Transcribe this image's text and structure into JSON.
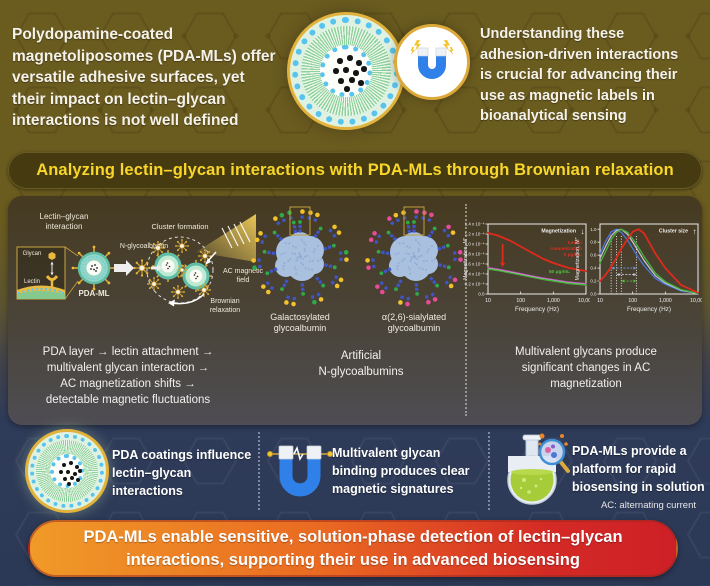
{
  "top": {
    "left_text": "Polydopamine-coated\nmagnetoliposomes (PDA-MLs) offer\nversatile adhesive surfaces, yet\ntheir impact on lectin–glycan\ninteractions is not well defined",
    "right_text": "Understanding these\nadhesion-driven interactions\nis crucial for advancing their\nuse as magnetic labels in\nbioanalytical sensing"
  },
  "banner": {
    "title": "Analyzing lectin–glycan interactions with PDA-MLs through Brownian relaxation"
  },
  "diagram": {
    "labels": {
      "lectin_glycan": "Lectin–glycan\ninteraction",
      "glycan": "Glycan",
      "lectin": "Lectin",
      "pda_ml": "PDA-ML",
      "n_glycoalbumin": "N-glycoalbumin",
      "cluster": "Cluster formation",
      "ac_field": "AC magnetic\nfield",
      "brownian": "Brownian\nrelaxation"
    }
  },
  "proteins": {
    "bead_colors": {
      "glcnac": "#3f55c8",
      "man": "#2faa4a",
      "body": "#a9c0de",
      "speckle": "#8ca8d4",
      "box": "#bf9d3e"
    },
    "figures": [
      {
        "label": "Galactosylated\nglycoalbumin",
        "tip_main": "#f2c12e",
        "tip_alt": "#2faa4a",
        "mix": 5
      },
      {
        "label": "α(2,6)-sialylated\nglycoalbumin",
        "tip_main": "#e84b9a",
        "tip_alt": "#f2c12e",
        "mix": 4
      }
    ]
  },
  "captions": {
    "left": "PDA layer → lectin attachment →\nmultivalent glycan interaction →\nAC magnetization shifts →\ndetectable magnetic fluctuations",
    "middle": "Artificial\nN-glycoalbumins",
    "right": "Multivalent glycans produce\nsignificant changes in AC\nmagnetization"
  },
  "chart_data": [
    {
      "type": "line",
      "xscale": "log",
      "xlabel": "Frequency (Hz)",
      "ylabel": "Magnetization, M′",
      "xlim": [
        10,
        10000
      ],
      "ylim": [
        0,
        0.00014
      ],
      "xticks": [
        10,
        100,
        1000,
        10000
      ],
      "xtick_labels": [
        "10",
        "100",
        "1,000",
        "10,000"
      ],
      "yticks": [
        0,
        2e-05,
        4e-05,
        6e-05,
        8e-05,
        0.0001,
        0.00012,
        0.00014
      ],
      "ytick_labels": [
        "0.0",
        "0.2 x 10⁻⁴",
        "0.4 x 10⁻⁴",
        "0.6 x 10⁻⁴",
        "0.8 x 10⁻⁴",
        "1.0 x 10⁻⁴",
        "1.2 x 10⁻⁴",
        "1.4 x 10⁻⁴"
      ],
      "x": [
        10,
        20,
        50,
        100,
        200,
        500,
        1000,
        3000,
        10000
      ],
      "series": [
        {
          "name": "Lectin concentration 0 μg/mL",
          "color": "#e02a1c",
          "width": 1.8,
          "values": [
            0.000122,
            0.000117,
            0.000106,
            9.5e-05,
            8.4e-05,
            7e-05,
            6.2e-05,
            5.2e-05,
            4.6e-05
          ]
        },
        {
          "name": "50 μg/mL replicate (white)",
          "color": "#ececec",
          "width": 1.1,
          "values": [
            5.2e-05,
            4.9e-05,
            4.4e-05,
            4e-05,
            3.6e-05,
            3.1e-05,
            2.8e-05,
            2.3e-05,
            2e-05
          ]
        },
        {
          "name": "50 μg/mL replicate (magenta)",
          "color": "#c05ac0",
          "width": 1.1,
          "values": [
            5.3e-05,
            5e-05,
            4.5e-05,
            4.1e-05,
            3.7e-05,
            3.2e-05,
            2.9e-05,
            2.4e-05,
            2.1e-05
          ]
        },
        {
          "name": "50 μg/mL",
          "color": "#46b03c",
          "width": 1.4,
          "values": [
            5e-05,
            4.7e-05,
            4.2e-05,
            3.8e-05,
            3.4e-05,
            2.9e-05,
            2.6e-05,
            2.1e-05,
            1.8e-05
          ]
        }
      ],
      "annotations": {
        "corner_text": "Magnetization",
        "corner_arrow": "↓",
        "label_lines": [
          "Lectin",
          "concentration",
          "0 μg/mL"
        ],
        "label_color": "#e0301e",
        "label2": "50 μg/mL",
        "label2_color": "#52c043",
        "drop_arrow": {
          "x": 28,
          "y1": 0.0001,
          "y2": 5.4e-05,
          "color": "#e02a1c"
        }
      }
    },
    {
      "type": "line",
      "xscale": "log",
      "xlabel": "Frequency (Hz)",
      "ylabel": "Magnetization, M″",
      "xlim": [
        10,
        10000
      ],
      "ylim": [
        0,
        1.08
      ],
      "xticks": [
        10,
        100,
        1000,
        10000
      ],
      "xtick_labels": [
        "10",
        "100",
        "1,000",
        "10,000"
      ],
      "yticks": [
        0,
        0.2,
        0.4,
        0.6,
        0.8,
        1.0
      ],
      "ytick_labels": [
        "0.0",
        "0.2",
        "0.4",
        "0.6",
        "0.8",
        "1.0"
      ],
      "x": [
        10,
        15,
        22,
        32,
        45,
        70,
        100,
        150,
        220,
        500,
        1000,
        3000,
        10000
      ],
      "series": [
        {
          "name": "blue",
          "color": "#4a78e0",
          "width": 1.3,
          "values": [
            0.62,
            0.82,
            0.96,
            1.0,
            0.95,
            0.83,
            0.7,
            0.56,
            0.44,
            0.24,
            0.15,
            0.05,
            0.01
          ]
        },
        {
          "name": "gray",
          "color": "#c4bed2",
          "width": 1.3,
          "values": [
            0.55,
            0.74,
            0.9,
            0.98,
            1.0,
            0.92,
            0.8,
            0.66,
            0.52,
            0.28,
            0.17,
            0.06,
            0.01
          ]
        },
        {
          "name": "green",
          "color": "#46b03c",
          "width": 1.4,
          "values": [
            0.48,
            0.66,
            0.84,
            0.95,
            1.0,
            0.95,
            0.85,
            0.72,
            0.58,
            0.32,
            0.19,
            0.07,
            0.01
          ]
        },
        {
          "name": "red",
          "color": "#e02a1c",
          "width": 1.8,
          "values": [
            0.2,
            0.3,
            0.42,
            0.56,
            0.7,
            0.85,
            0.96,
            1.0,
            0.94,
            0.62,
            0.4,
            0.14,
            0.02
          ]
        }
      ],
      "annotations": {
        "corner_text": "Cluster size",
        "corner_arrow": "↑",
        "vlines": [
          22,
          32,
          45,
          130
        ],
        "harrows": [
          {
            "y": 0.4,
            "x1": 22,
            "x2": 130,
            "color": "#6f9ae8"
          },
          {
            "y": 0.3,
            "x1": 32,
            "x2": 130,
            "color": "#cfc8de"
          },
          {
            "y": 0.2,
            "x1": 45,
            "x2": 130,
            "color": "#52c043"
          }
        ]
      }
    }
  ],
  "bottom_row": {
    "items": [
      {
        "icon": "liposome-icon",
        "text": "PDA coatings influence\nlectin–glycan\ninteractions"
      },
      {
        "icon": "magnet-icon",
        "text": "Multivalent glycan\nbinding produces clear\nmagnetic signatures"
      },
      {
        "icon": "flask-icon",
        "text": "PDA-MLs provide a\nplatform for rapid\nbiosensing in solution"
      }
    ],
    "footnote": "AC: alternating current"
  },
  "footer": {
    "text": "PDA-MLs enable sensitive, solution-phase detection of lectin–glycan\ninteractions, supporting their use in advanced biosensing"
  },
  "colors": {
    "top_background": "#6a5b1f",
    "bottom_background": "#2c3956",
    "banner_background": "#453a10",
    "banner_text": "#f8d62a",
    "footer_gradient_start": "#f09a28",
    "footer_gradient_end": "#cd2027",
    "accent_gold": "#dca93a",
    "magnet_blue": "#2f80e8",
    "series_red": "#e02a1c",
    "series_green": "#46b03c"
  }
}
